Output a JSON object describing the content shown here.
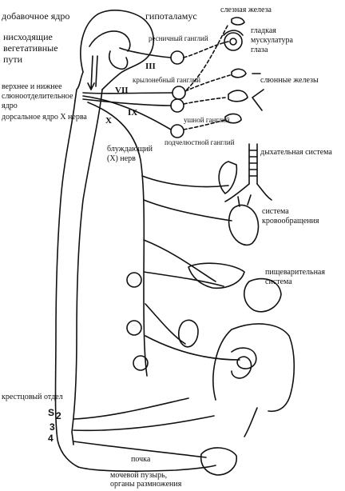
{
  "labels": {
    "accessory_nucleus": "добавочное ядро",
    "hypothalamus": "гипоталамус",
    "descending_pathways_1": "нисходящие",
    "descending_pathways_2": "вегетативные",
    "descending_pathways_3": "пути",
    "salivatory_nucleus_1": "верхнее и нижнее",
    "salivatory_nucleus_2": "слюноотделительное",
    "salivatory_nucleus_3": "ядро",
    "dorsal_nucleus_x": "дорсальное ядро X нерва",
    "lacrimal_gland": "слезная железа",
    "ciliary_ganglion": "ресничный ганглий",
    "smooth_muscle_1": "гладкая",
    "smooth_muscle_2": "мускулатура",
    "smooth_muscle_3": "глаза",
    "pterygopalatine_ganglion": "крылонебный ганглий",
    "salivary_glands": "слюнные железы",
    "otic_ganglion": "ушной ганглий",
    "submandibular_ganglion": "подчелюстной ганглий",
    "vagus_nerve_1": "блуждающий",
    "vagus_nerve_2": "(X) нерв",
    "respiratory_system": "дыхательная система",
    "circulatory_system_1": "система",
    "circulatory_system_2": "кровообращения",
    "digestive_system_1": "пищеварительная",
    "digestive_system_2": "система",
    "sacral_division": "крестцовый отдел",
    "kidney": "почка",
    "bladder_1": "мочевой пузырь,",
    "bladder_2": "органы размножения"
  },
  "cranial_nerves": {
    "iii": "III",
    "vii": "VII",
    "ix": "IX",
    "x": "X"
  },
  "sacral_segments": {
    "s": "S",
    "s2": "2",
    "s3": "3",
    "s4": "4"
  }
}
